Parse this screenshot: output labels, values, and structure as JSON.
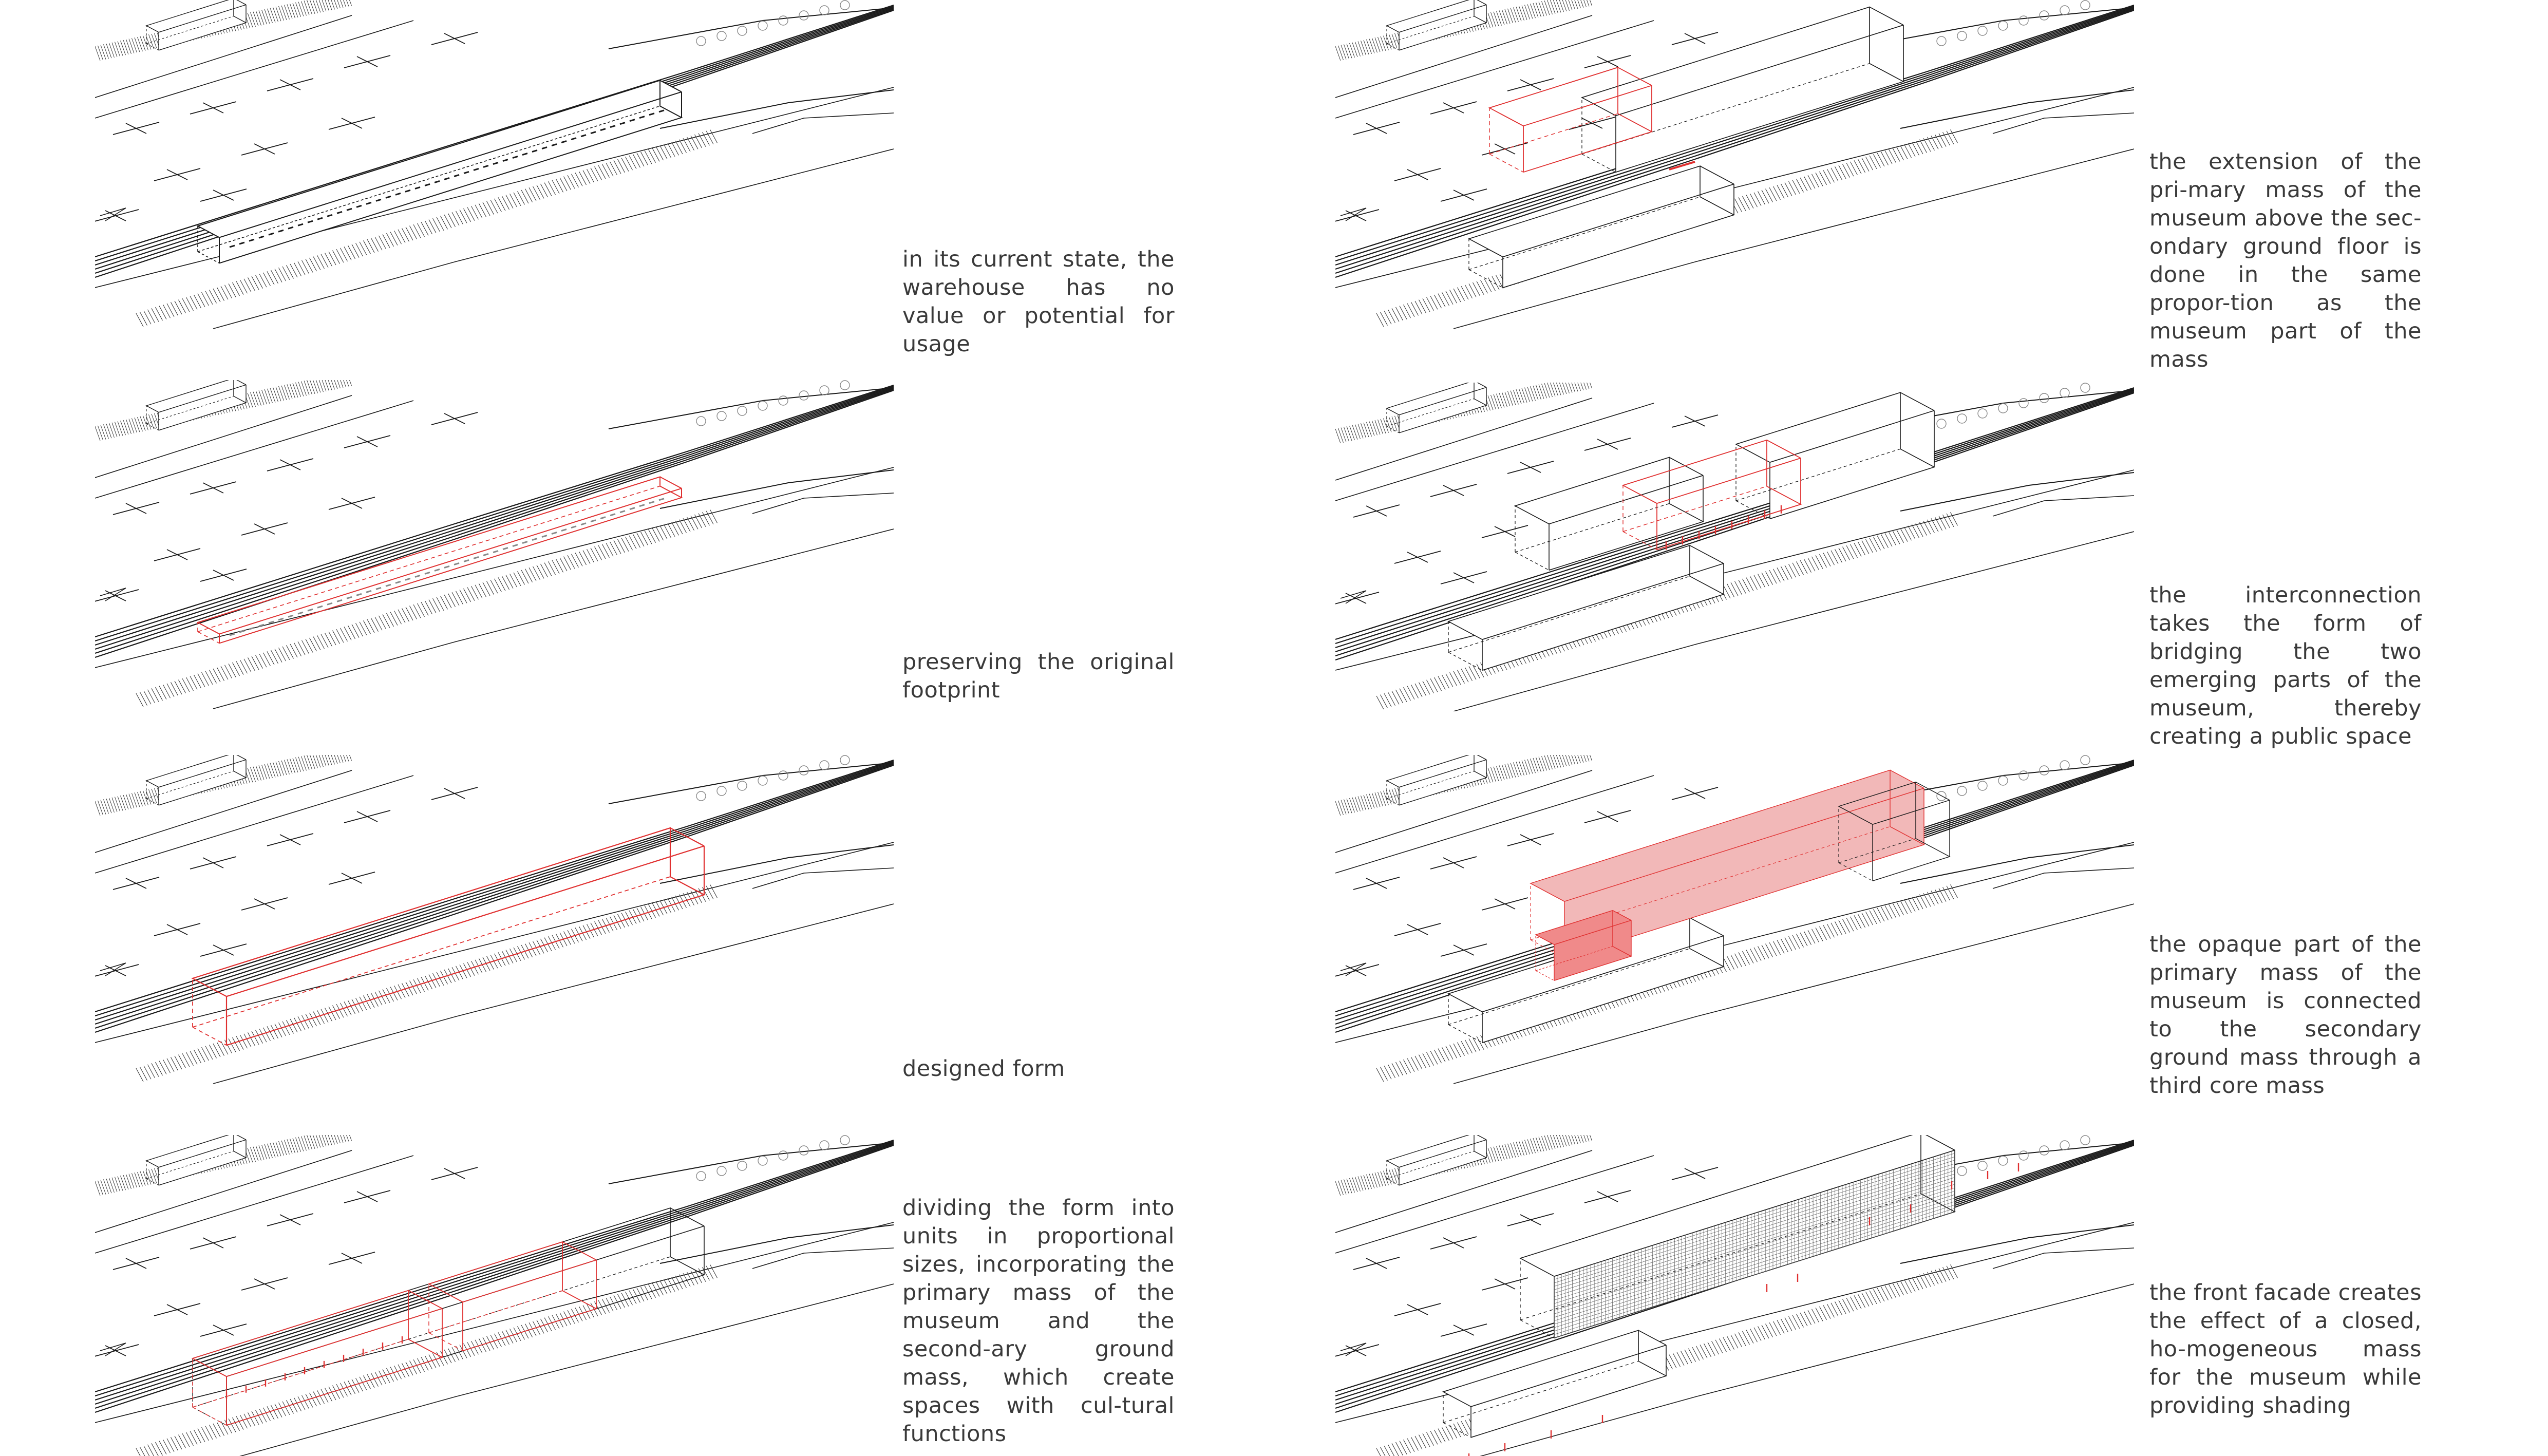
{
  "colors": {
    "line": "#1a1a1a",
    "accent": "#e03030",
    "accent_fill": "#f2b8b8",
    "hatch": "#2a2a2a",
    "text": "#3a3a3a"
  },
  "steps": [
    {
      "id": "step-1",
      "caption": "in its current state, the warehouse has no value or potential for usage",
      "variant": "existing"
    },
    {
      "id": "step-2",
      "caption": "preserving the original footprint",
      "variant": "footprint"
    },
    {
      "id": "step-3",
      "caption": "designed form",
      "variant": "form"
    },
    {
      "id": "step-4",
      "caption": "dividing the form into units in proportional sizes, incorporating the primary mass of the museum and the second-ary ground mass, which create spaces with cul-tural functions",
      "variant": "units"
    },
    {
      "id": "step-5",
      "caption": "the extension of the pri-mary mass of the museum above the sec-ondary ground floor is done in the same propor-tion as the museum part of the mass",
      "variant": "extension"
    },
    {
      "id": "step-6",
      "caption": "the interconnection takes the form of bridging the two emerging parts of the museum, thereby creating a public space",
      "variant": "bridge"
    },
    {
      "id": "step-7",
      "caption": "the opaque part of the primary mass of the museum is connected to the secondary ground mass through a third core mass",
      "variant": "core"
    },
    {
      "id": "step-8",
      "caption": "the front facade creates the effect of a closed, ho-mogeneous mass for the museum while providing shading",
      "variant": "facade"
    }
  ]
}
